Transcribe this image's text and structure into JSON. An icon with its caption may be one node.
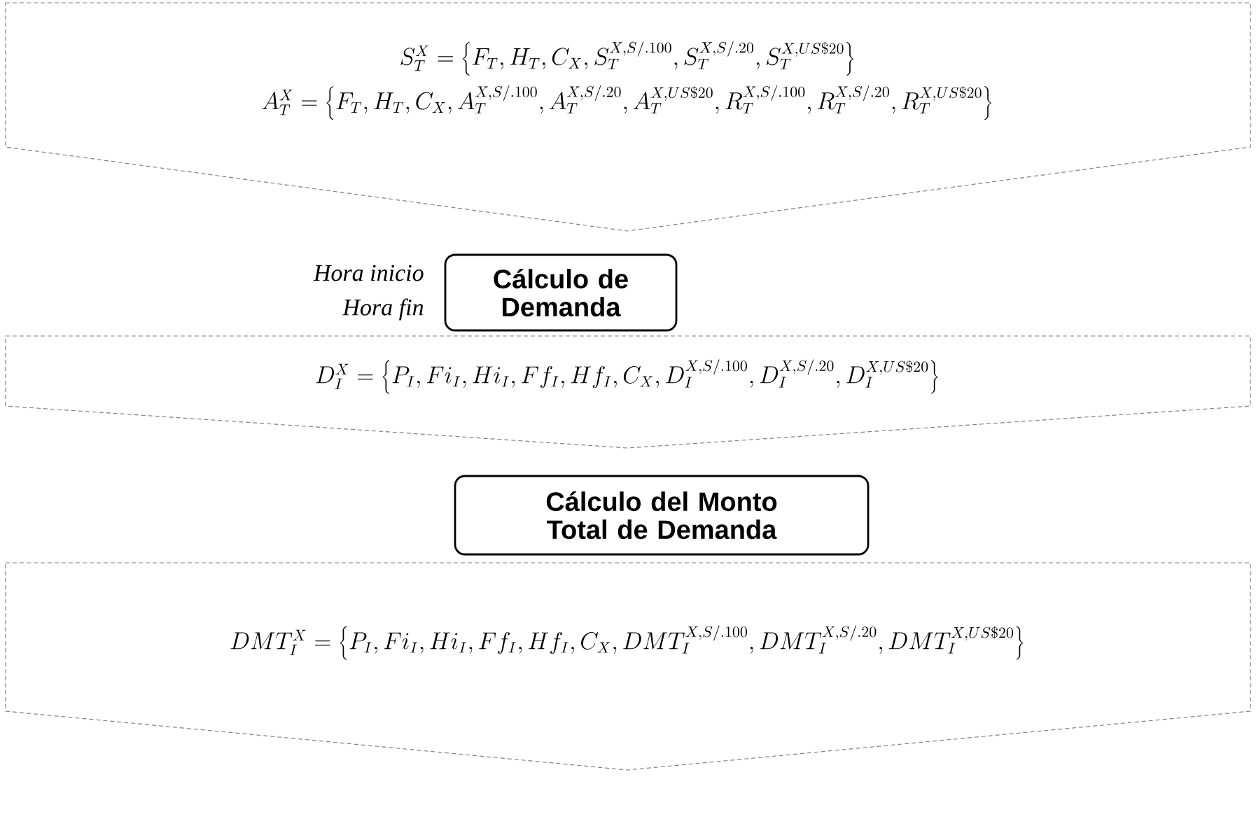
{
  "diagram": {
    "nodes": [
      {
        "text": [
          "S_T^X = \\left\\{F_T, H_T, C_X, S_T^{X,S/.100}, S_T^{X,S/.20}, S_T^{X,US\\$20}\\right\\}",
          "A_T^X = \\left\\{F_T, H_T, C_X, A_T^{X,S/.100}, A_T^{X,S/.20}, A_T^{X,US\\$20}, R_T^{X,S/.100}, R_T^{X,S/.20}, R_T^{X,US\\$20}\\right\\}"
        ]
      },
      {
        "text": [
          "Cálculo de Demanda"
        ],
        "beside": [
          "Hora inicio",
          "Hora fin"
        ]
      },
      {
        "text": [
          "D_I^X = \\left\\{P_I, Fi_I, Hi_I, Ff_I, Hf_I, C_X, D_I^{X,S/.100}, D_I^{X,S/.20}, D_I^{X,US\\$20}\\right\\}"
        ]
      },
      {
        "text": [
          "Cálculo del Monto Total de Demanda"
        ]
      },
      {
        "text": [
          "DMT_I^X = \\left\\{P_I, Fi_I, Hi_I, Ff_I, Hf_I, C_X, DMT_I^{X,S/.100}, DMT_I^{X,S/.20}, DMT_I^{X,US\\$20}\\right\\}"
        ]
      }
    ]
  }
}
